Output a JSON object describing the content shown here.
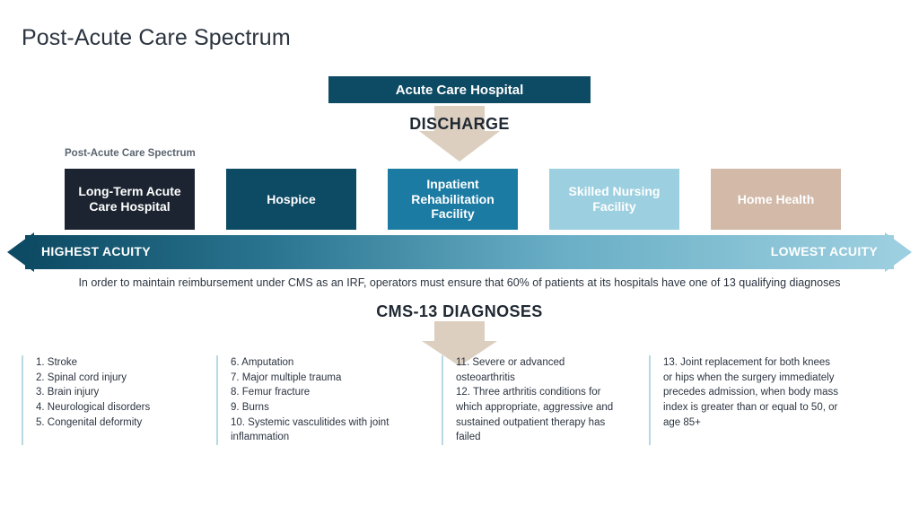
{
  "title": "Post-Acute Care Spectrum",
  "acute_care": {
    "label": "Acute Care Hospital"
  },
  "discharge": {
    "label": "DISCHARGE",
    "icon": "down-arrow-icon"
  },
  "spectrum_caption": "Post-Acute Care Spectrum",
  "facilities": [
    {
      "label": "Long-Term Acute Care Hospital",
      "color": "#1b2430",
      "text_color": "#ffffff"
    },
    {
      "label": "Hospice",
      "color": "#0d4a63",
      "text_color": "#ffffff"
    },
    {
      "label": "Inpatient Rehabilitation Facility",
      "color": "#1b7ba3",
      "text_color": "#ffffff"
    },
    {
      "label": "Skilled Nursing Facility",
      "color": "#9ccfdf",
      "text_color": "#ffffff"
    },
    {
      "label": "Home Health",
      "color": "#d2b9a8",
      "text_color": "#ffffff"
    }
  ],
  "acuity": {
    "left_label": "HIGHEST ACUITY",
    "right_label": "LOWEST ACUITY",
    "gradient_start": "#0d4a63",
    "gradient_end": "#9ccfdf"
  },
  "cms_note": "In order to maintain reimbursement under CMS as an IRF, operators must ensure that 60% of patients at its hospitals have one of 13 qualifying diagnoses",
  "cms_heading": {
    "label": "CMS-13 DIAGNOSES",
    "icon": "down-arrow-icon"
  },
  "diagnoses_columns": [
    {
      "items": [
        "1. Stroke",
        "2. Spinal cord injury",
        "3. Brain injury",
        "4. Neurological disorders",
        "5. Congenital deformity"
      ]
    },
    {
      "items": [
        "6. Amputation",
        "7. Major multiple trauma",
        "8. Femur fracture",
        "9. Burns",
        "10. Systemic vasculitides with joint inflammation"
      ]
    },
    {
      "items": [
        "11. Severe or advanced osteoarthritis",
        "12. Three arthritis conditions for which appropriate, aggressive and sustained outpatient therapy has failed"
      ]
    },
    {
      "items": [
        "13. Joint replacement for both knees or hips when the surgery immediately precedes  admission, when body mass index is greater than or equal to  50, or age 85+"
      ]
    }
  ]
}
